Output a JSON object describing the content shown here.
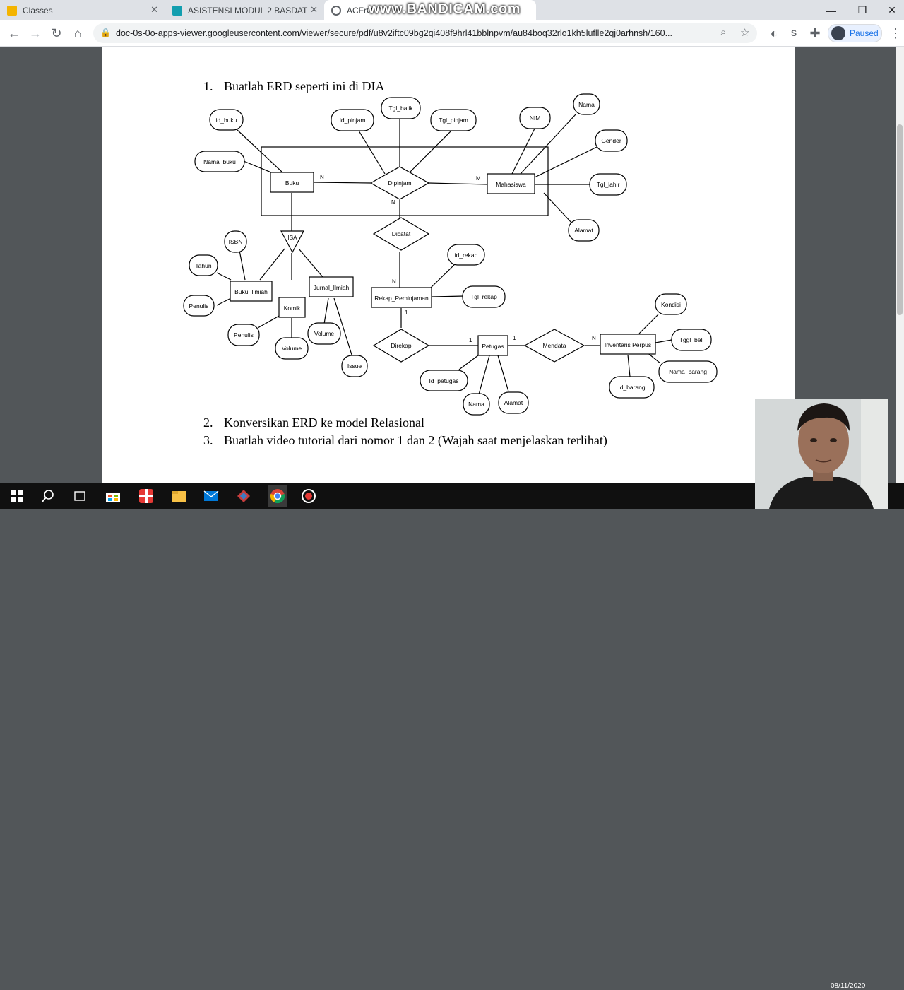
{
  "tabs": [
    {
      "title": "Classes",
      "favicon_color": "#f4b400"
    },
    {
      "title": "ASISTENSI MODUL 2 BASDAT",
      "favicon_color": "#129eaf"
    },
    {
      "title": "ACFrO",
      "favicon_color": "#5f6368"
    }
  ],
  "watermark": "www.BANDICAM.com",
  "window_controls": {
    "minimize": "—",
    "maximize": "❐",
    "close": "✕"
  },
  "toolbar": {
    "url": "doc-0s-0o-apps-viewer.googleusercontent.com/viewer/secure/pdf/u8v2iftc09bg2qi408f9hrl41bblnpvm/au84boq32rlo1kh5luflle2qj0arhnsh/160...",
    "profile_status": "Paused"
  },
  "document": {
    "items": [
      {
        "num": "1.",
        "text": "Buatlah ERD seperti ini di DIA"
      },
      {
        "num": "2.",
        "text": "Konversikan ERD ke model Relasional"
      },
      {
        "num": "3.",
        "text": "Buatlah video tutorial dari nomor 1 dan 2 (Wajah saat menjelaskan terlihat)"
      }
    ]
  },
  "erd": {
    "entities": [
      "Buku",
      "Mahasiswa",
      "Rekap_Peminjaman",
      "Petugas",
      "Inventaris Perpus",
      "Buku_Ilmiah",
      "Komik",
      "Jurnal_Ilmiah"
    ],
    "relationships": [
      "Dipinjam",
      "Dicatat",
      "Direkap",
      "Mendata"
    ],
    "isa": "ISA",
    "attributes": [
      "id_buku",
      "Nama_buku",
      "Id_pinjam",
      "Tgl_balik",
      "Tgl_pinjam",
      "NIM",
      "Nama",
      "Gender",
      "Tgl_lahir",
      "Alamat",
      "id_rekap",
      "Tgl_rekap",
      "Kondisi",
      "Tggl_beli",
      "Nama_barang",
      "Id_barang",
      "Id_petugas",
      "Nama",
      "Alamat",
      "ISBN",
      "Tahun",
      "Penulis",
      "Penulis",
      "Volume",
      "Volume",
      "Issue"
    ],
    "cardinalities": [
      "N",
      "M",
      "N",
      "N",
      "1",
      "1",
      "1",
      "N"
    ]
  },
  "taskbar": {
    "date": "08/11/2020"
  }
}
